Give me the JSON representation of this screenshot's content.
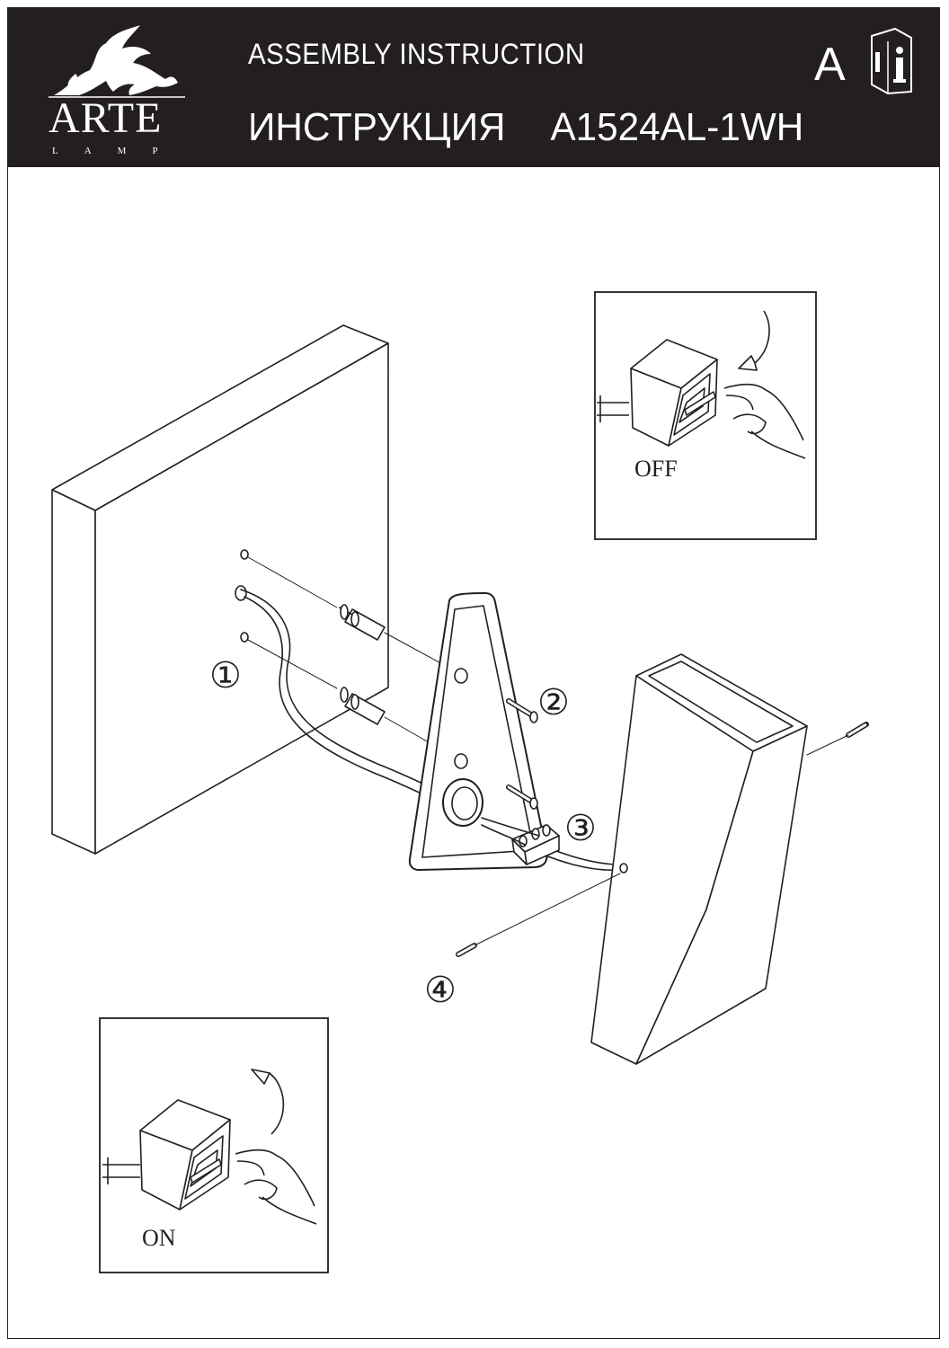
{
  "header": {
    "title_en": "ASSEMBLY INSTRUCTION",
    "title_ru": "ИНСТРУКЦИЯ",
    "model": "A1524AL-1WH",
    "language_letter": "A",
    "background": "#231f20"
  },
  "logo": {
    "brand": "ARTE",
    "sub": "LAMP",
    "icon": "griffin-icon"
  },
  "steps": {
    "one": "①",
    "two": "②",
    "three": "③",
    "four": "④"
  },
  "switch_panels": {
    "off_label": "OFF",
    "on_label": "ON"
  }
}
